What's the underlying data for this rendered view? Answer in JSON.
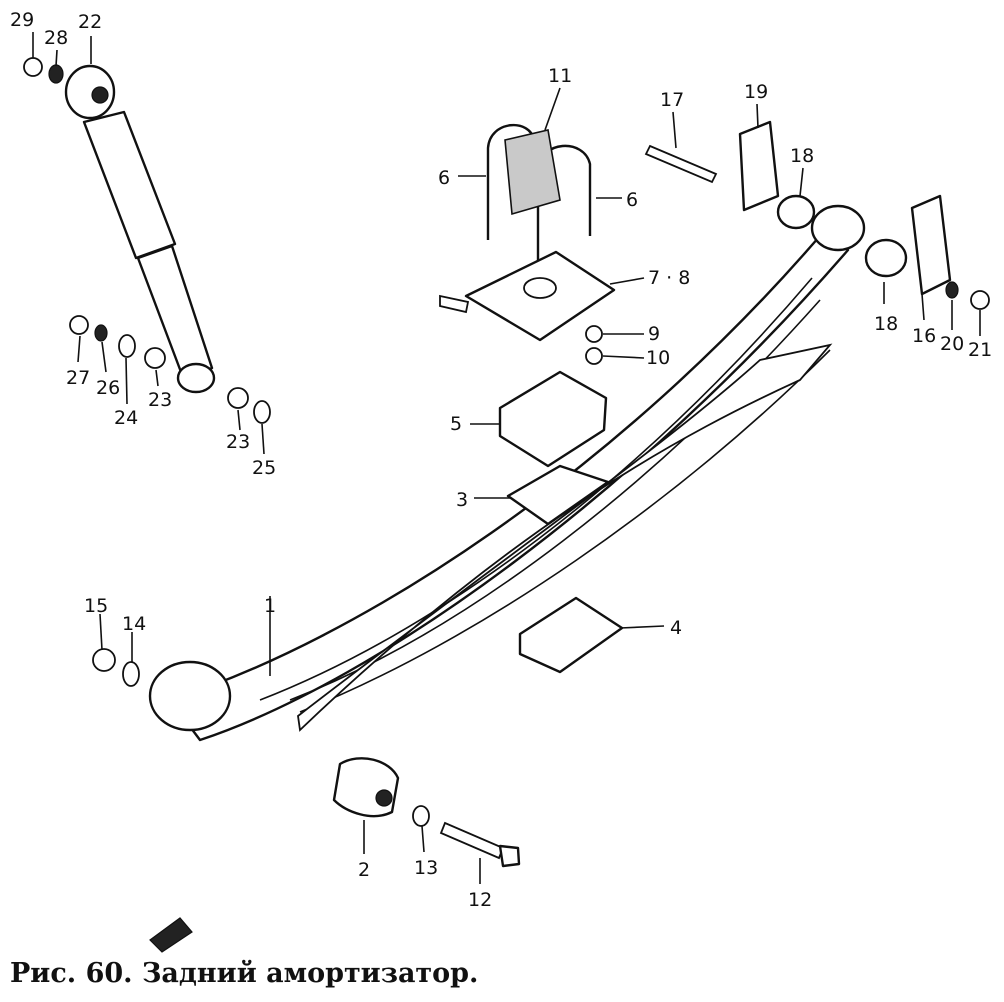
{
  "caption": "Рис. 60. Задний амортизатор.",
  "callouts": {
    "c29": "29",
    "c28": "28",
    "c22": "22",
    "c11": "11",
    "c6a": "6",
    "c6b": "6",
    "c17": "17",
    "c19": "19",
    "c18a": "18",
    "c18b": "18",
    "c7_8": "7 · 8",
    "c9": "9",
    "c10": "10",
    "c16": "16",
    "c20": "20",
    "c21": "21",
    "c27": "27",
    "c26": "26",
    "c24": "24",
    "c23a": "23",
    "c23b": "23",
    "c25": "25",
    "c5": "5",
    "c3": "3",
    "c4": "4",
    "c1": "1",
    "c15": "15",
    "c14": "14",
    "c2": "2",
    "c13": "13",
    "c12": "12"
  }
}
